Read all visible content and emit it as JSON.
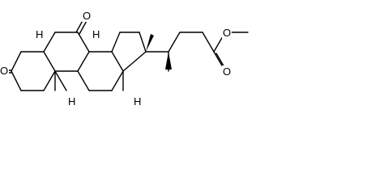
{
  "molecule": {
    "atom_labels": {
      "oxygen_c7": "O",
      "oxygen_c3": "O",
      "oxygen_ester_single": "O",
      "oxygen_ester_carbonyl": "O",
      "h5": "H",
      "h8": "H",
      "h9": "H",
      "h14": "H"
    }
  }
}
